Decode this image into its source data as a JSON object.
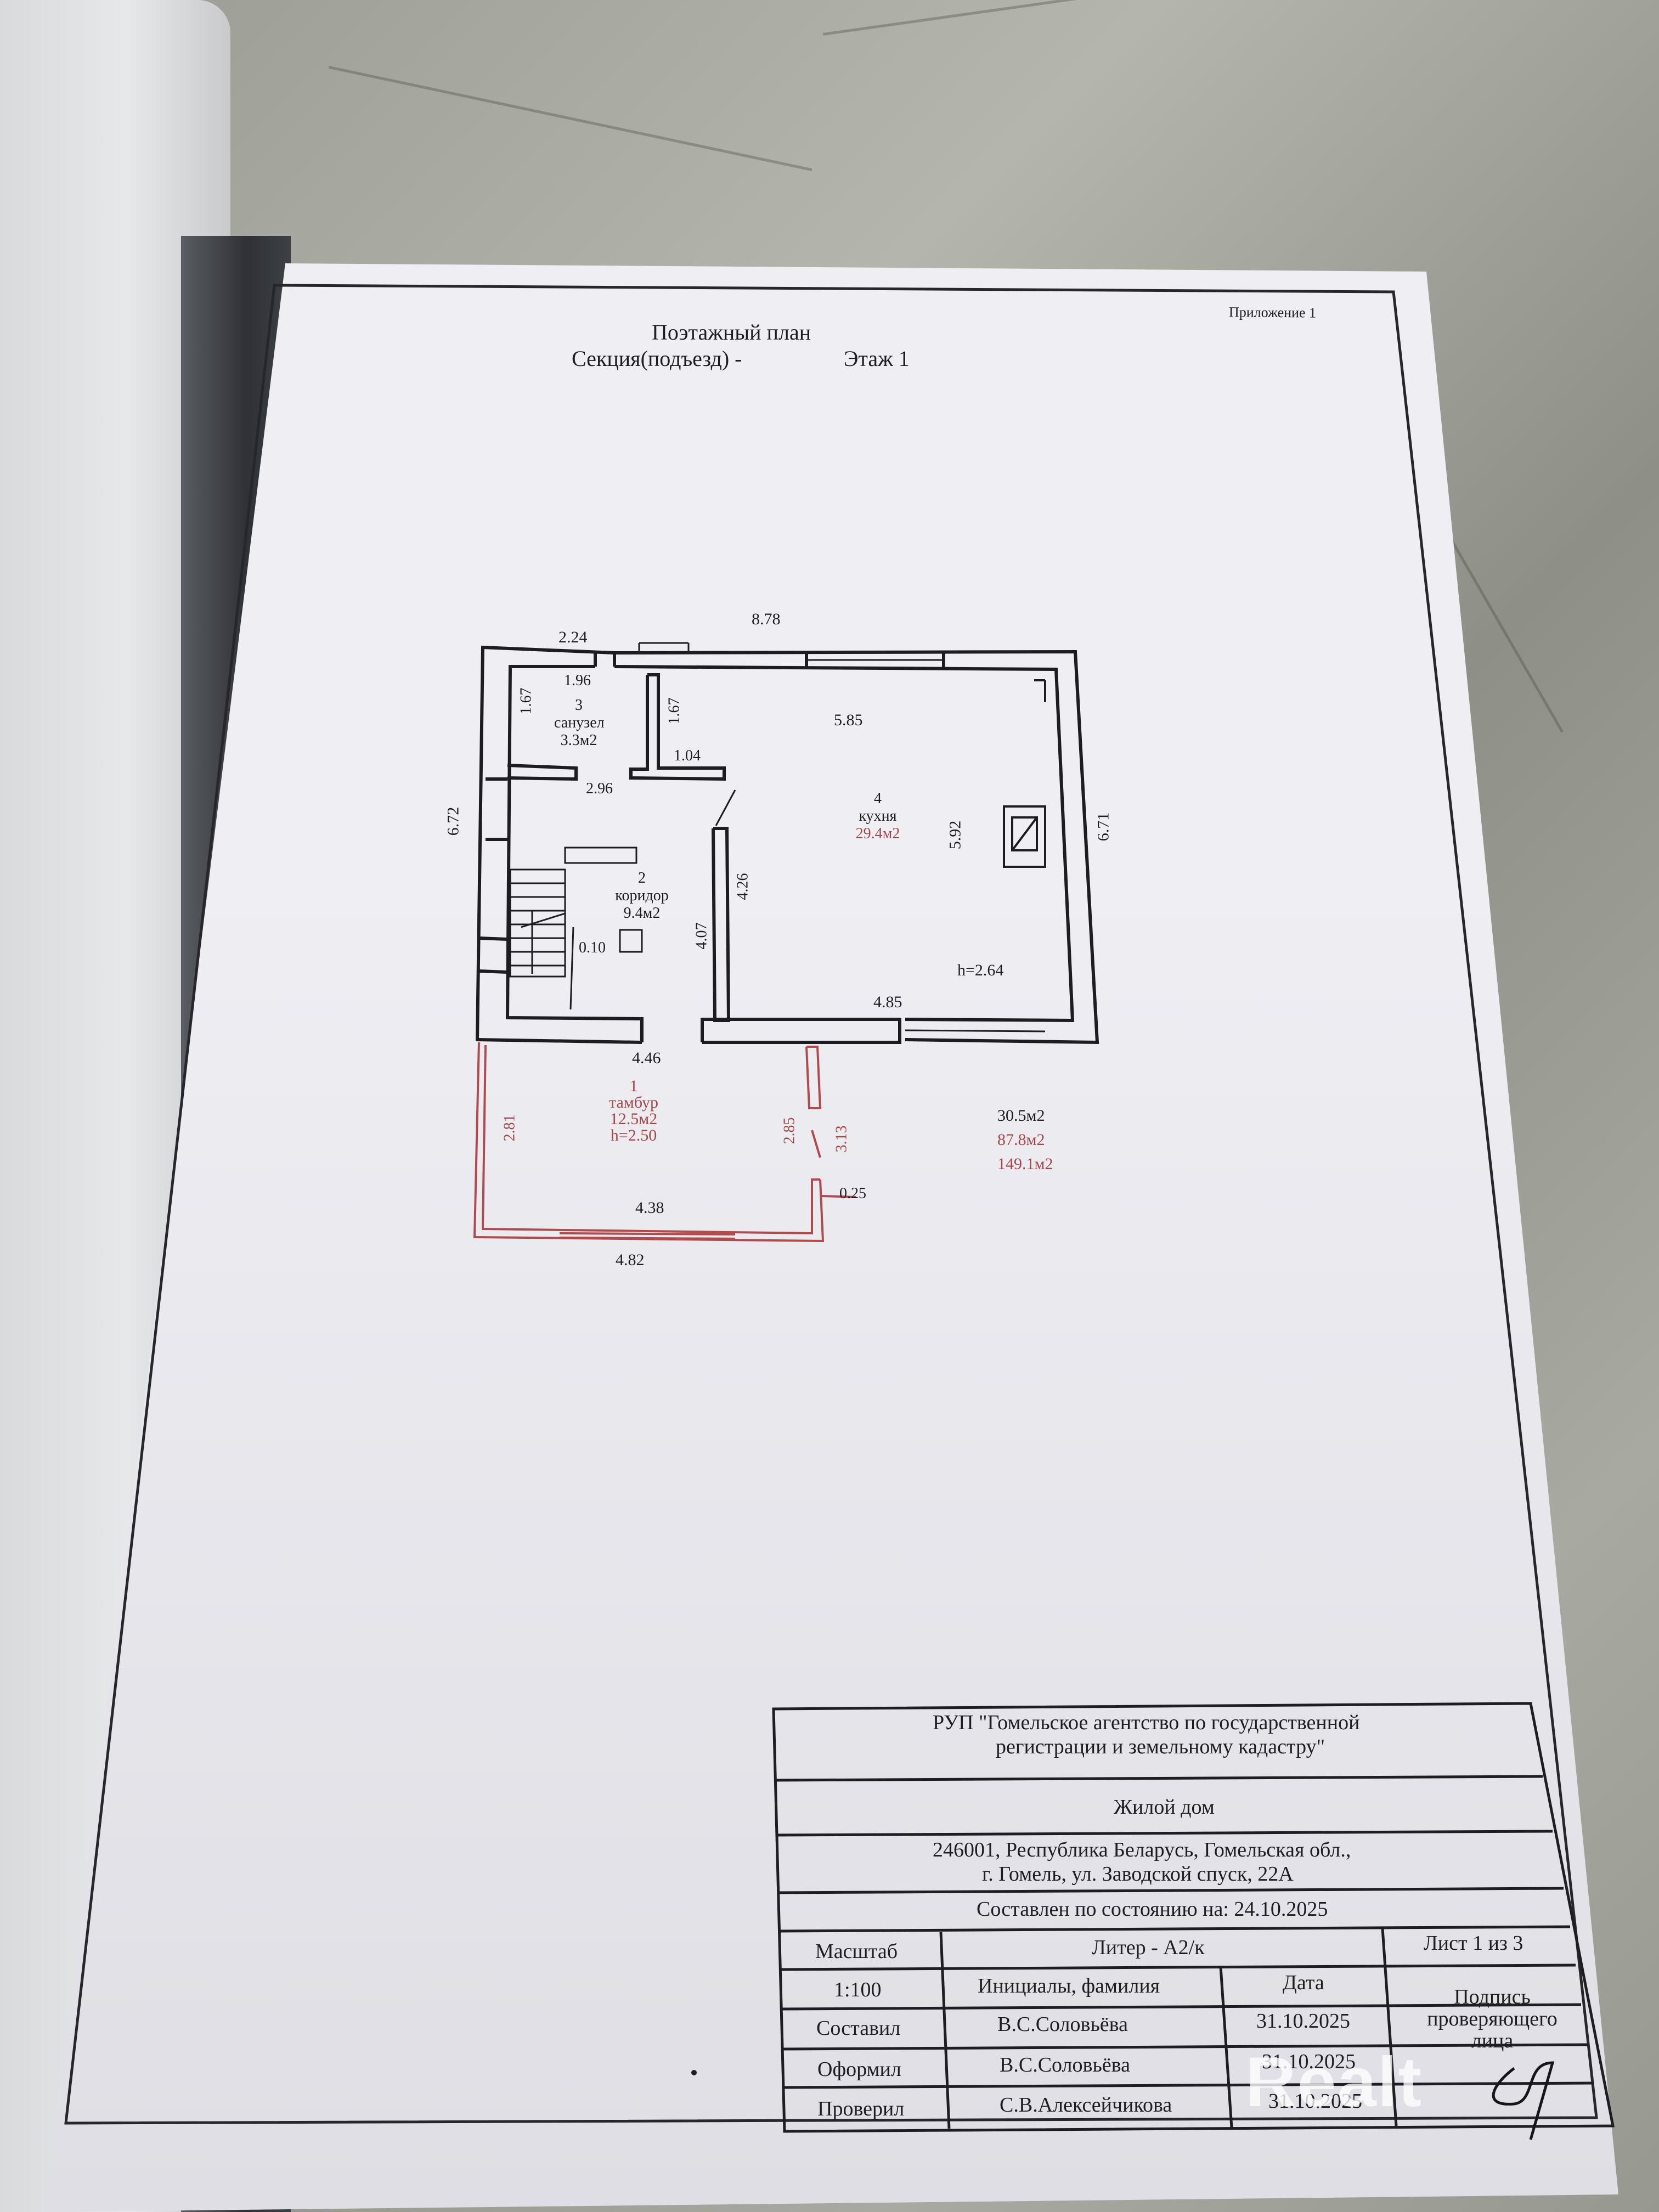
{
  "appendix": "Приложение 1",
  "header": {
    "title": "Поэтажный план",
    "section_label": "Секция(подъезд) -",
    "floor_label": "Этаж 1"
  },
  "rooms": [
    {
      "number": "1",
      "name": "тамбур",
      "area": "12.5м2",
      "height": "h=2.50"
    },
    {
      "number": "2",
      "name": "коридор",
      "area": "9.4м2"
    },
    {
      "number": "3",
      "name": "санузел",
      "area": "3.3м2"
    },
    {
      "number": "4",
      "name": "кухня",
      "area": "29.4м2"
    }
  ],
  "dimensions": {
    "top_total": "8.78",
    "top_left": "2.24",
    "bath_width": "1.96",
    "bath_height_left": "1.67",
    "bath_height_right": "1.67",
    "partition_1": "1.04",
    "bath_bottom": "2.96",
    "kitchen_top": "5.85",
    "left_total": "6.72",
    "right_total": "6.71",
    "kitchen_height": "5.92",
    "corridor_right_1": "4.26",
    "corridor_right_2": "4.07",
    "stair_gap": "0.10",
    "kitchen_bottom": "4.85",
    "kitchen_ceiling": "h=2.64",
    "vestibule_top": "4.46",
    "vestibule_left": "2.81",
    "vestibule_right_1": "2.85",
    "vestibule_right_2": "3.13",
    "vestibule_inner_bottom": "4.38",
    "vestibule_outer_bottom": "4.82",
    "vestibule_wall": "0.25"
  },
  "totals": [
    "30.5м2",
    "87.8м2",
    "149.1м2"
  ],
  "stamp": {
    "organization_line1": "РУП \"Гомельское агентство по государственной",
    "organization_line2": "регистрации и земельному кадастру\"",
    "object": "Жилой дом",
    "address_line1": "246001, Республика Беларусь, Гомельская обл.,",
    "address_line2": "г. Гомель, ул. Заводской спуск, 22А",
    "state_date": "Составлен по состоянию на: 24.10.2025",
    "scale_label": "Масштаб",
    "scale_value": "1:100",
    "liter": "Литер - А2/к",
    "sheet": "Лист 1 из 3",
    "initials_header": "Инициалы, фамилия",
    "date_header": "Дата",
    "signature_header": "Подпись проверяющего лица",
    "rows": [
      {
        "role": "Составил",
        "name": "В.С.Соловьёва",
        "date": "31.10.2025"
      },
      {
        "role": "Оформил",
        "name": "В.С.Соловьёва",
        "date": "31.10.2025"
      },
      {
        "role": "Проверил",
        "name": "С.В.Алексейчикова",
        "date": "31.10.2025"
      }
    ]
  },
  "watermark": "Realt"
}
